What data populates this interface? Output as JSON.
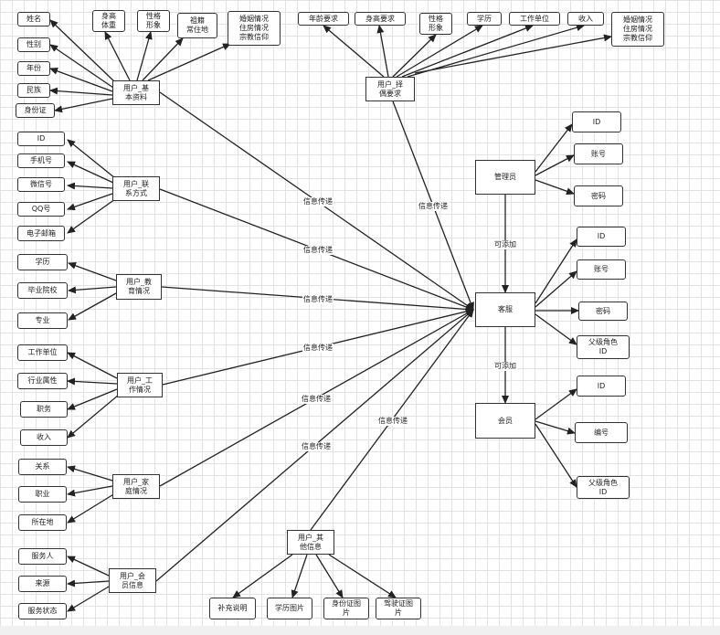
{
  "nodes": {
    "n_xingming": "姓名",
    "n_xingbie": "性别",
    "n_nianling": "年份",
    "n_minzu": "民族",
    "n_shenfenzheng": "身份证",
    "n_shengao_tizhong": "身高\n体重",
    "n_xingge_xingxiang": "性格\n形象",
    "n_jiguan_changzhu": "祖籍\n常住地",
    "n_hunyin_basic": "婚姻情况\n住房情况\n宗教信仰",
    "u_jiben": "用户_基\n本资料",
    "n_id_contact": "ID",
    "n_shoujihao": "手机号",
    "n_weixinhao": "微信号",
    "n_qqhao": "QQ号",
    "n_dianziyouxiang": "电子邮箱",
    "u_lianxi": "用户_联\n系方式",
    "n_xueli_edu": "学历",
    "n_biyeyuanxiao": "毕业院校",
    "n_zhuanye": "专业",
    "u_jiaoyu": "用户_教\n育情况",
    "n_gongzuodanwei_work": "工作单位",
    "n_hangyeshuxing": "行业属性",
    "n_zhiwu": "职务",
    "n_shouru_work": "收入",
    "u_gongzuo": "用户_工\n作情况",
    "n_guanxi": "关系",
    "n_zhiye": "职业",
    "n_suozaidi": "所在地",
    "u_jiating": "用户_家\n庭情况",
    "n_fuwuren": "服务人",
    "n_laiyuan": "来源",
    "n_fuwuzhuangtai": "服务状态",
    "u_huiyuan": "用户_会\n员信息",
    "n_nianling_yq": "年龄要求",
    "n_shengao_yq": "身高要求",
    "n_xingge_ze": "性格\n形象",
    "n_xueli_ze": "学历",
    "n_gongzuodanwei_ze": "工作单位",
    "n_shouru_ze": "收入",
    "n_hunyin_ze": "婚姻情况\n住房情况\n宗教信仰",
    "u_zeou": "用户_择\n偶要求",
    "u_qita": "用户_其\n他信息",
    "n_buchongshuoming": "补充说明",
    "n_xueli_tupian": "学历图片",
    "n_shenfenzheng_tupian": "身份证图\n片",
    "n_jiashizheng_tupian": "驾驶证图\n片",
    "guanliyuan": "管理员",
    "n_id_admin": "ID",
    "n_zhanghao_admin": "账号",
    "n_mima_admin": "密码",
    "kefu": "客服",
    "n_id_kefu": "ID",
    "n_zhanghao_kefu": "账号",
    "n_mima_kefu": "密码",
    "n_fuji_kefu": "父级角色\nID",
    "huiyuan": "会员",
    "n_id_member": "ID",
    "n_bianhao": "编号",
    "n_fuji_member": "父级角色\nID"
  },
  "edge_labels": {
    "xinxi_chuandi": "信息传递",
    "ke_tianjia": "可添加"
  }
}
